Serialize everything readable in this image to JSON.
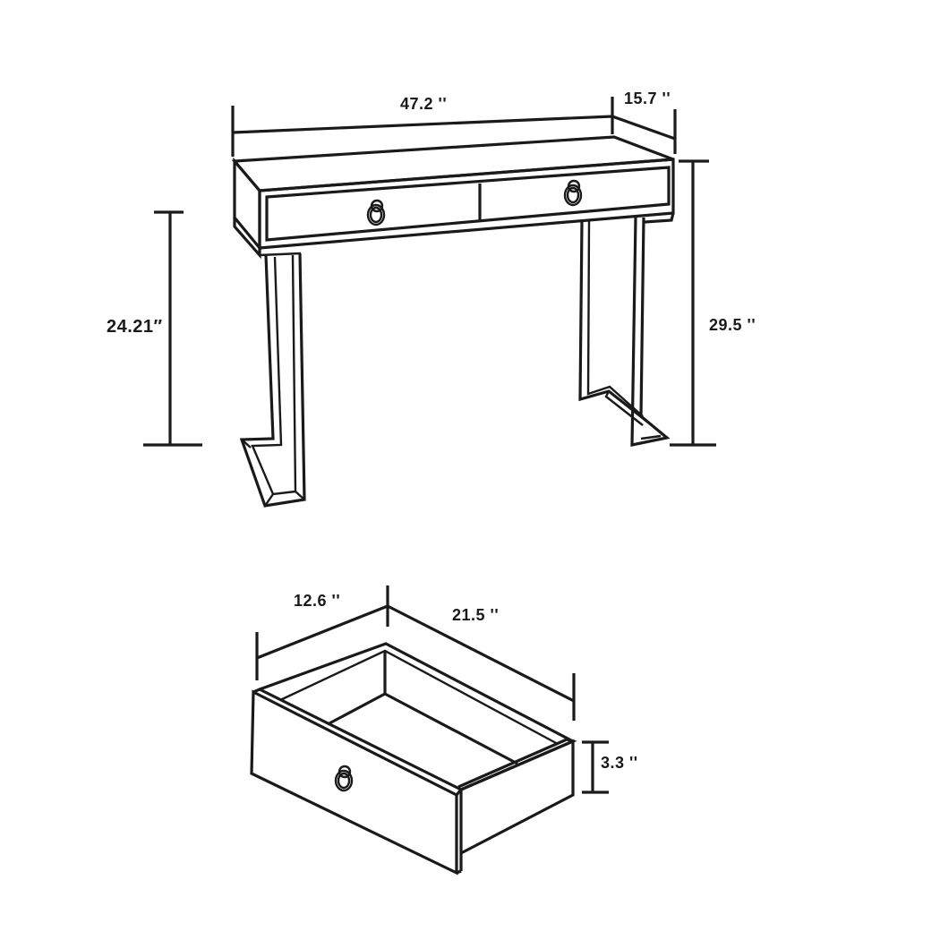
{
  "diagram": {
    "type": "furniture dimension drawing",
    "stroke_color": "#1a1a1a",
    "background_color": "#ffffff",
    "console_table": {
      "dimensions": {
        "width": "47.2 ''",
        "depth": "15.7 ''",
        "leg_height": "24.21″",
        "total_height": "29.5 ''"
      },
      "drawer_count": 2
    },
    "drawer": {
      "dimensions": {
        "depth": "12.6 ''",
        "width": "21.5 ''",
        "height": "3.3 ''"
      }
    }
  }
}
